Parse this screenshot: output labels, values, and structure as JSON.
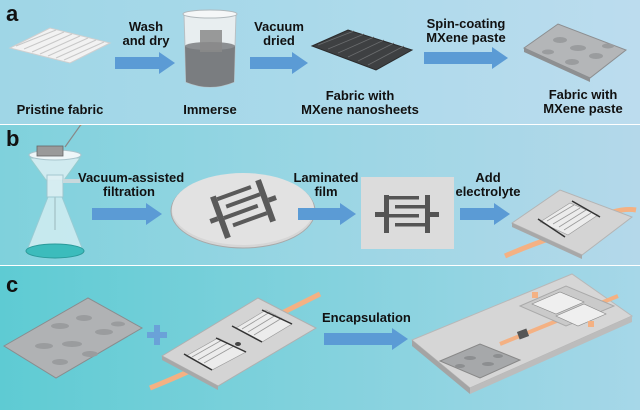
{
  "panels": {
    "a": {
      "label": "a",
      "steps": [
        {
          "caption": "Pristine fabric"
        },
        {
          "caption": "Immerse"
        },
        {
          "caption_line1": "Fabric with",
          "caption_line2": "MXene nanosheets"
        },
        {
          "caption_line1": "Fabric with",
          "caption_line2": "MXene paste"
        }
      ],
      "arrows": [
        {
          "line1": "Wash",
          "line2": "and dry"
        },
        {
          "line1": "Vacuum",
          "line2": "dried"
        },
        {
          "line1": "Spin-coating",
          "line2": "MXene paste"
        }
      ]
    },
    "b": {
      "label": "b",
      "arrows": [
        {
          "line1": "Vacuum-assisted",
          "line2": "filtration"
        },
        {
          "line1": "Laminated",
          "line2": "film"
        },
        {
          "line1": "Add",
          "line2": "electrolyte"
        }
      ]
    },
    "c": {
      "label": "c",
      "plus": "+",
      "arrows": [
        {
          "line1": "Encapsulation"
        }
      ]
    }
  },
  "colors": {
    "arrow": "#5b9bd5",
    "plus": "#6aa2d8",
    "copper": "#f4b183",
    "substrate": "#d0d0d0",
    "electrode": "#555555",
    "electrolyte": "#3cbcbc"
  }
}
